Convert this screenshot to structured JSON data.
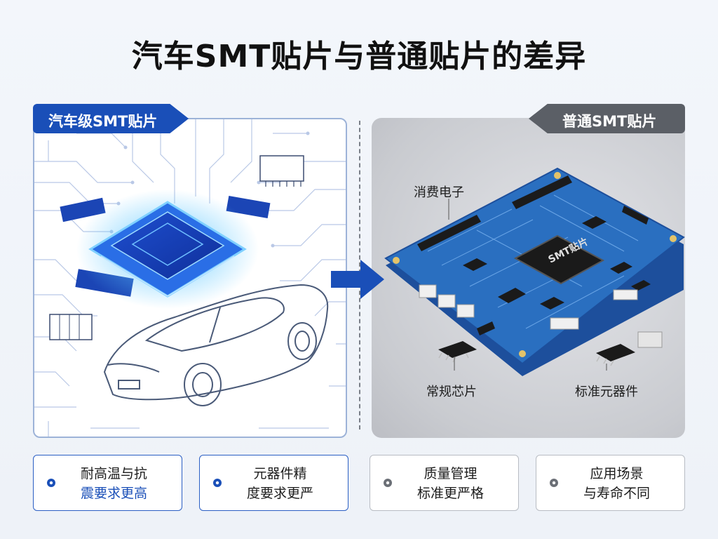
{
  "title": "汽车SMT贴片与普通贴片的差异",
  "left_panel": {
    "tag": "汽车级SMT贴片"
  },
  "right_panel": {
    "tag": "普通SMT贴片",
    "chip_mark": "SMT贴片",
    "labels": {
      "consumer": "消费电子",
      "chip": "常规芯片",
      "component": "标准元器件"
    }
  },
  "cards": [
    {
      "line1": "耐高温与抗",
      "line2": "震要求更高"
    },
    {
      "line1": "元器件精",
      "line2": "度要求更严"
    },
    {
      "line1": "质量管理",
      "line2": "标准更严格"
    },
    {
      "line1": "应用场景",
      "line2": "与寿命不同"
    }
  ],
  "colors": {
    "accent_blue": "#1a4fb8",
    "gray_tag": "#5b5f66",
    "pcb_blue": "#2a6fc0"
  }
}
